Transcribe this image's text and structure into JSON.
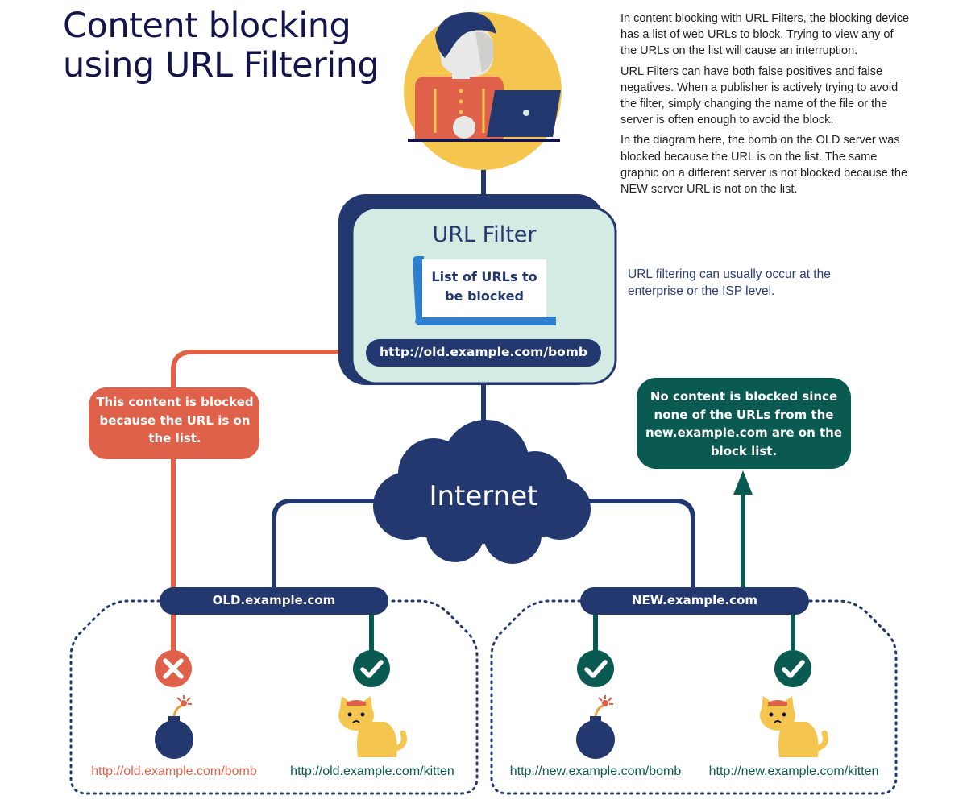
{
  "title": "Content blocking using URL Filtering",
  "description": [
    "In content blocking with URL Filters, the blocking device has a list of web URLs to block. Trying to view any of the URLs on the list will cause an interruption.",
    "URL Filters can have both false positives and false negatives. When a publisher is actively trying to avoid the filter, simply changing the name of the file or the server is often enough to avoid the block.",
    "In the diagram here, the bomb on the OLD server was blocked because the URL is on the list. The same graphic on a different server is not blocked because the NEW server URL is not on the list."
  ],
  "url_filter": {
    "title": "URL Filter",
    "list_label": "List of URLs to be blocked",
    "blocked_url": "http://old.example.com/bomb"
  },
  "side_note": "URL filtering can usually occur at the enterprise or the ISP level.",
  "callouts": {
    "blocked": "This content is blocked because the URL is on the list.",
    "not_blocked": "No content is blocked since none of the URLs from the new.example.com are on the block list."
  },
  "internet_label": "Internet",
  "servers": {
    "old": {
      "name": "OLD.example.com",
      "items": [
        {
          "url": "http://old.example.com/bomb",
          "icon": "bomb-icon",
          "status": "blocked"
        },
        {
          "url": "http://old.example.com/kitten",
          "icon": "kitten-icon",
          "status": "allowed"
        }
      ]
    },
    "new": {
      "name": "NEW.example.com",
      "items": [
        {
          "url": "http://new.example.com/bomb",
          "icon": "bomb-icon",
          "status": "allowed"
        },
        {
          "url": "http://new.example.com/kitten",
          "icon": "kitten-icon",
          "status": "allowed"
        }
      ]
    }
  },
  "colors": {
    "navy": "#23386e",
    "blocked": "#e0614a",
    "allowed": "#0b5a52",
    "filter_bg": "#d3ebe3",
    "sun": "#f4c64f",
    "title": "#13144a"
  }
}
